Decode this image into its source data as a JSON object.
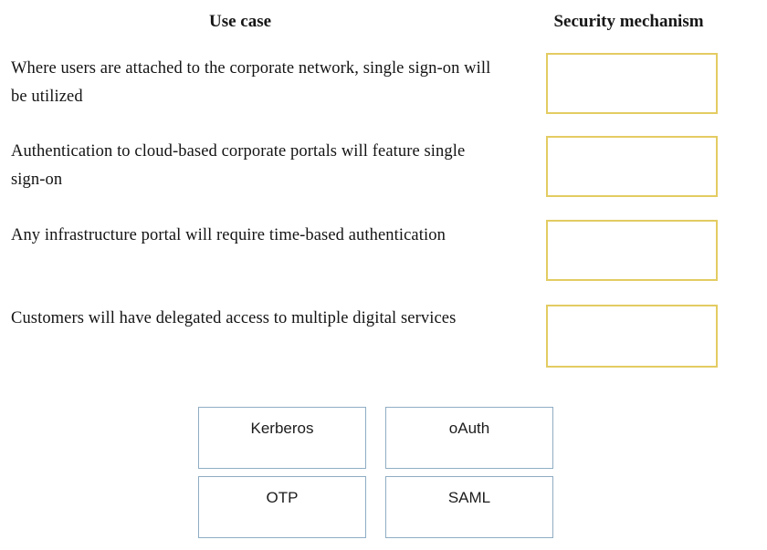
{
  "headers": {
    "use_case": "Use case",
    "security_mechanism": "Security mechanism"
  },
  "use_cases": [
    {
      "text": "Where users are attached to the corporate network, single sign-on will be utilized"
    },
    {
      "text": "Authentication to cloud-based corporate portals will feature single sign-on"
    },
    {
      "text": "Any infrastructure portal will require time-based authentication"
    },
    {
      "text": "Customers will have delegated access to multiple digital services"
    }
  ],
  "drop_zones": [
    {
      "value": ""
    },
    {
      "value": ""
    },
    {
      "value": ""
    },
    {
      "value": ""
    }
  ],
  "options": [
    {
      "label": "Kerberos"
    },
    {
      "label": "oAuth"
    },
    {
      "label": "OTP"
    },
    {
      "label": "SAML"
    }
  ],
  "colors": {
    "drop_zone_border": "#e3cc62",
    "option_border": "#8fadc4",
    "background": "#ffffff",
    "text": "#141414"
  }
}
